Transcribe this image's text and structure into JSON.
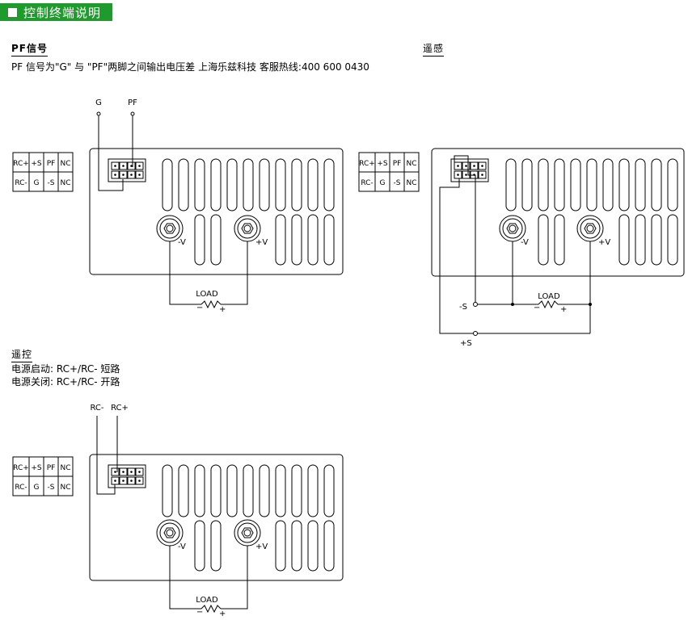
{
  "header": {
    "title": "控制终端说明"
  },
  "pf_section": {
    "title": "PF信号",
    "description": "PF 信号为\"G\" 与 \"PF\"两脚之间输出电压差",
    "hotline": "上海乐兹科技 客服热线:400 600 0430",
    "label_g": "G",
    "label_pf": "PF"
  },
  "sense_section": {
    "title": "遥感",
    "label_minus_s": "-S",
    "label_plus_s": "+S"
  },
  "remote_section": {
    "title": "遥控",
    "power_on": "电源启动: RC+/RC- 短路",
    "power_off": "电源关闭: RC+/RC- 开路",
    "label_rc_minus": "RC-",
    "label_rc_plus": "RC+"
  },
  "pin_table": {
    "row1": [
      "RC+",
      "+S",
      "PF",
      "NC"
    ],
    "row2": [
      "RC-",
      "G",
      "-S",
      "NC"
    ]
  },
  "terminals": {
    "minus_v": "-V",
    "plus_v": "+V",
    "load": "LOAD",
    "load_minus": "−",
    "load_plus": "+"
  },
  "colors": {
    "banner_bg": "#1f9a2c",
    "banner_text": "#ffffff",
    "line": "#000000"
  }
}
